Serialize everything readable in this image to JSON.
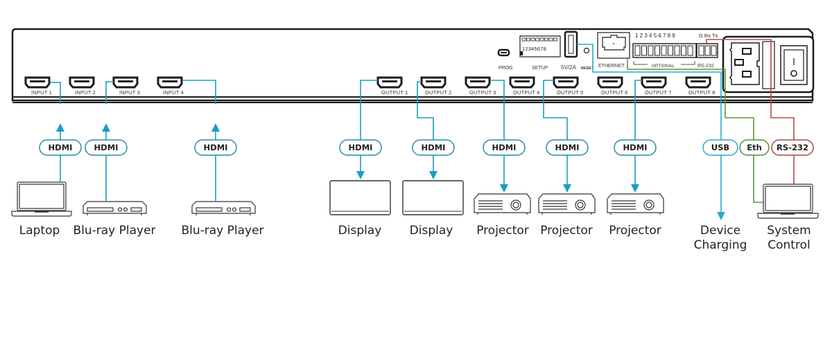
{
  "colors": {
    "hdmi_line": "#1a9cc4",
    "usb_line": "#2aa8d0",
    "eth_line": "#5a9a3a",
    "rs232_line": "#b84a4a",
    "outline": "#222222",
    "pill_hdmi_border": "#2a8aa8",
    "pill_eth_border": "#4f8f3a",
    "pill_rs232_border": "#a84848"
  },
  "panel": {
    "inputs": [
      "INPUT 1",
      "INPUT 2",
      "INPUT 3",
      "INPUT 4"
    ],
    "outputs": [
      "OUTPUT 1",
      "OUTPUT 2",
      "OUTPUT 3",
      "OUTPUT 4",
      "OUTPUT 5",
      "OUTPUT 6",
      "OUTPUT 7",
      "OUTPUT 8"
    ],
    "prog_label": "PROG",
    "setup_label": "SETUP",
    "setup_digits": "12345678",
    "usb_label": "5V/2A",
    "reset_label": "RESET",
    "ethernet_label": "ETHERNET",
    "optional_numbers": "1 2 3 4 5 6 7 8 9",
    "optional_label": "OPTIONAL",
    "rs232_pins": "G Rx Tx",
    "rs232_label": "RS-232"
  },
  "connections": {
    "inputs": [
      {
        "cable": "HDMI",
        "device": "Laptop",
        "icon": "laptop-icon"
      },
      {
        "cable": "HDMI",
        "device": "Blu-ray Player",
        "icon": "bluray-player-icon"
      },
      {
        "cable": "HDMI",
        "device": "Blu-ray Player",
        "icon": "bluray-player-icon"
      }
    ],
    "outputs": [
      {
        "cable": "HDMI",
        "device": "Display",
        "icon": "display-icon"
      },
      {
        "cable": "HDMI",
        "device": "Display",
        "icon": "display-icon"
      },
      {
        "cable": "HDMI",
        "device": "Projector",
        "icon": "projector-icon"
      },
      {
        "cable": "HDMI",
        "device": "Projector",
        "icon": "projector-icon"
      },
      {
        "cable": "HDMI",
        "device": "Projector",
        "icon": "projector-icon"
      }
    ],
    "usb": {
      "cable": "USB",
      "device_line1": "Device",
      "device_line2": "Charging"
    },
    "control": {
      "eth_cable": "Eth",
      "rs232_cable": "RS-232",
      "device_line1": "System",
      "device_line2": "Control",
      "icon": "laptop-icon"
    }
  }
}
